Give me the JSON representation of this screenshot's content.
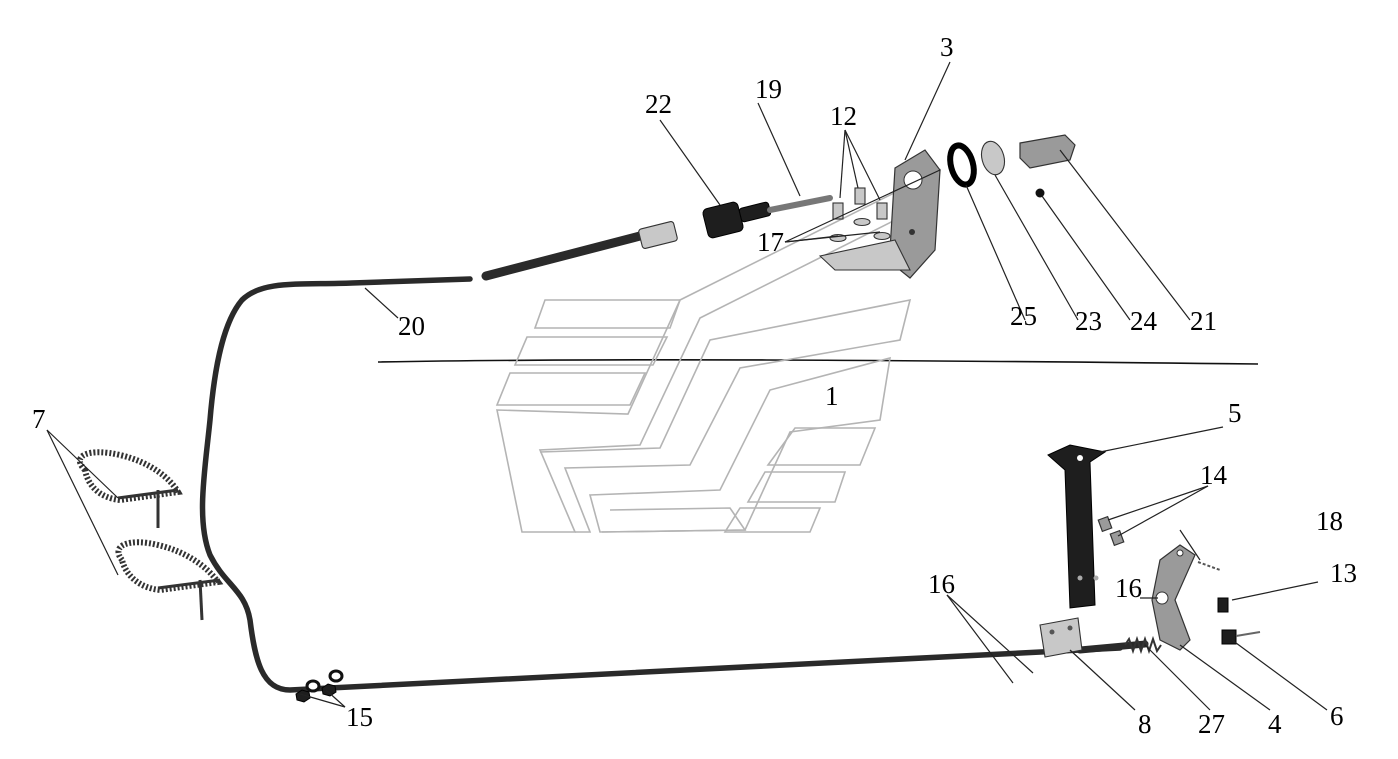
{
  "callouts": {
    "c1": "1",
    "c3": "3",
    "c4": "4",
    "c5": "5",
    "c6": "6",
    "c7": "7",
    "c8": "8",
    "c12": "12",
    "c13": "13",
    "c14": "14",
    "c15": "15",
    "c16a": "16",
    "c16b": "16",
    "c17": "17",
    "c18": "18",
    "c19": "19",
    "c20": "20",
    "c21": "21",
    "c22": "22",
    "c23": "23",
    "c24": "24",
    "c25": "25",
    "c27": "27"
  },
  "colors": {
    "cable": "#2a2a2a",
    "outline": "#b4b4b4",
    "metal": "#9a9a9a",
    "ink": "#000000"
  }
}
